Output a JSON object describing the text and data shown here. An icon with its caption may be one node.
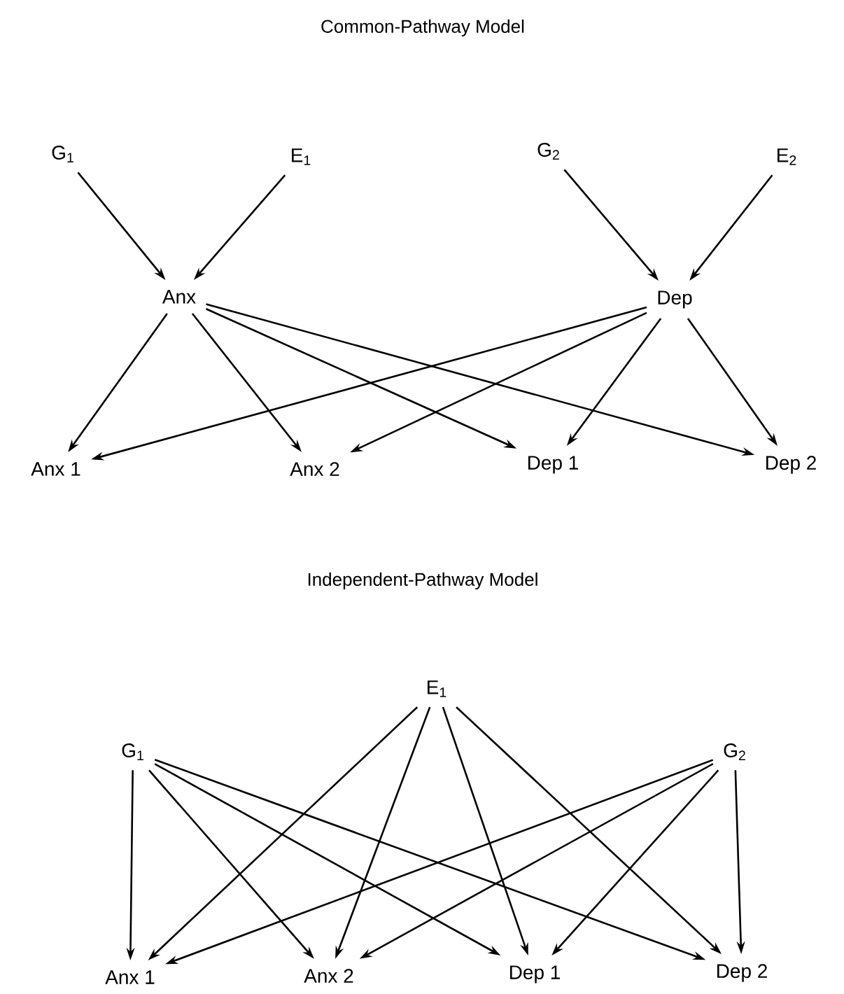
{
  "diagram": {
    "title": "Common-Pathway Model",
    "nodes": [
      {
        "text": [
          "G$_{1}$"
        ]
      },
      {
        "text": [
          "E$_{1}$"
        ]
      },
      {
        "text": [
          "G$_{2}$"
        ]
      },
      {
        "text": [
          "E$_{2}$"
        ]
      },
      {
        "text": [
          "Anx"
        ]
      },
      {
        "text": [
          "Dep"
        ]
      },
      {
        "text": [
          "Anx 1"
        ]
      },
      {
        "text": [
          "Anx 2"
        ]
      },
      {
        "text": [
          "Dep 1"
        ]
      },
      {
        "text": [
          "Dep 2"
        ]
      },
      {
        "text": [
          "E$_{1}$"
        ]
      },
      {
        "text": [
          "G$_{1}$"
        ]
      },
      {
        "text": [
          "G$_{2}$"
        ]
      },
      {
        "text": [
          "Anx 1"
        ]
      },
      {
        "text": [
          "Anx 2"
        ]
      },
      {
        "text": [
          "Dep 1"
        ]
      },
      {
        "text": [
          "Dep 2"
        ]
      }
    ],
    "edges": [
      {
        "from": 0,
        "to": 4,
        "arrow": "to"
      },
      {
        "from": 1,
        "to": 4,
        "arrow": "to"
      },
      {
        "from": 2,
        "to": 5,
        "arrow": "to"
      },
      {
        "from": 3,
        "to": 5,
        "arrow": "to"
      },
      {
        "from": 4,
        "to": 6,
        "arrow": "to"
      },
      {
        "from": 4,
        "to": 7,
        "arrow": "to"
      },
      {
        "from": 4,
        "to": 8,
        "arrow": "to"
      },
      {
        "from": 4,
        "to": 9,
        "arrow": "to"
      },
      {
        "from": 5,
        "to": 6,
        "arrow": "to"
      },
      {
        "from": 5,
        "to": 7,
        "arrow": "to"
      },
      {
        "from": 5,
        "to": 8,
        "arrow": "to"
      },
      {
        "from": 5,
        "to": 9,
        "arrow": "to"
      },
      {
        "from": 11,
        "to": 13,
        "arrow": "to"
      },
      {
        "from": 11,
        "to": 14,
        "arrow": "to"
      },
      {
        "from": 11,
        "to": 15,
        "arrow": "to"
      },
      {
        "from": 11,
        "to": 16,
        "arrow": "to"
      },
      {
        "from": 10,
        "to": 13,
        "arrow": "to"
      },
      {
        "from": 10,
        "to": 14,
        "arrow": "to"
      },
      {
        "from": 10,
        "to": 15,
        "arrow": "to"
      },
      {
        "from": 10,
        "to": 16,
        "arrow": "to"
      },
      {
        "from": 12,
        "to": 13,
        "arrow": "to"
      },
      {
        "from": 12,
        "to": 14,
        "arrow": "to"
      },
      {
        "from": 12,
        "to": 15,
        "arrow": "to"
      },
      {
        "from": 12,
        "to": 16,
        "arrow": "to"
      }
    ],
    "labels": [
      "Independent-Pathway Model"
    ]
  }
}
